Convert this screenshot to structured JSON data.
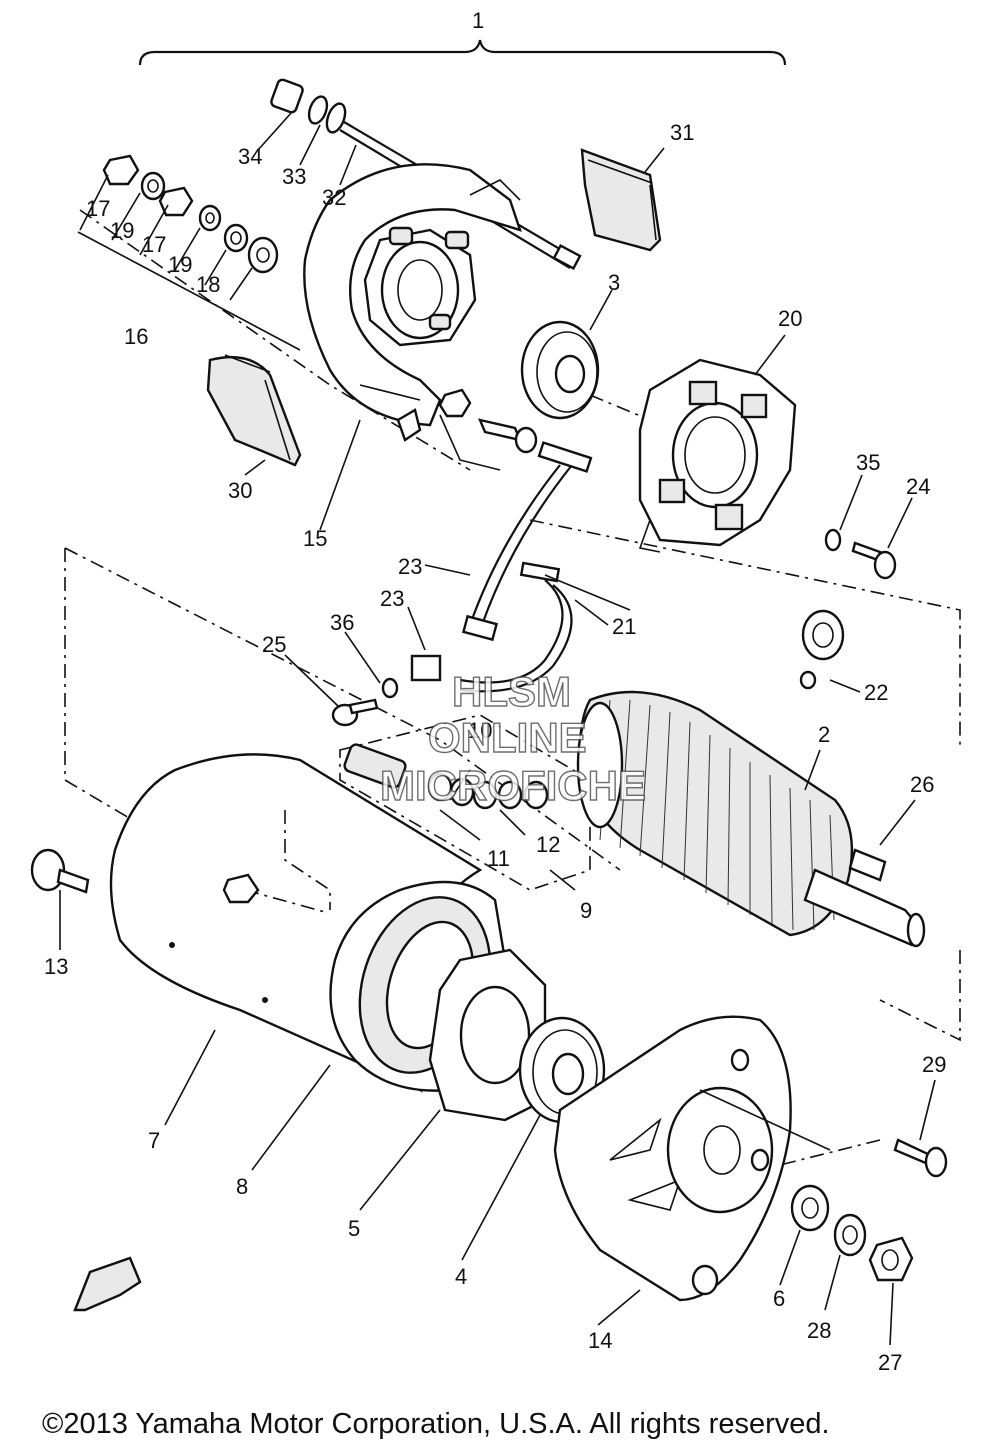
{
  "labels": [
    {
      "id": "1",
      "text": "1"
    },
    {
      "id": "2",
      "text": "2"
    },
    {
      "id": "3",
      "text": "3"
    },
    {
      "id": "4",
      "text": "4"
    },
    {
      "id": "5",
      "text": "5"
    },
    {
      "id": "6",
      "text": "6"
    },
    {
      "id": "7",
      "text": "7"
    },
    {
      "id": "8",
      "text": "8"
    },
    {
      "id": "9",
      "text": "9"
    },
    {
      "id": "10",
      "text": "10"
    },
    {
      "id": "11",
      "text": "11"
    },
    {
      "id": "12",
      "text": "12"
    },
    {
      "id": "13",
      "text": "13"
    },
    {
      "id": "14",
      "text": "14"
    },
    {
      "id": "15",
      "text": "15"
    },
    {
      "id": "16",
      "text": "16"
    },
    {
      "id": "17a",
      "text": "17"
    },
    {
      "id": "17b",
      "text": "17"
    },
    {
      "id": "18",
      "text": "18"
    },
    {
      "id": "19a",
      "text": "19"
    },
    {
      "id": "19b",
      "text": "19"
    },
    {
      "id": "20",
      "text": "20"
    },
    {
      "id": "21",
      "text": "21"
    },
    {
      "id": "22",
      "text": "22"
    },
    {
      "id": "23a",
      "text": "23"
    },
    {
      "id": "23b",
      "text": "23"
    },
    {
      "id": "24",
      "text": "24"
    },
    {
      "id": "25",
      "text": "25"
    },
    {
      "id": "26",
      "text": "26"
    },
    {
      "id": "27",
      "text": "27"
    },
    {
      "id": "28",
      "text": "28"
    },
    {
      "id": "29",
      "text": "29"
    },
    {
      "id": "30",
      "text": "30"
    },
    {
      "id": "31",
      "text": "31"
    },
    {
      "id": "32",
      "text": "32"
    },
    {
      "id": "33",
      "text": "33"
    },
    {
      "id": "34",
      "text": "34"
    },
    {
      "id": "35",
      "text": "35"
    },
    {
      "id": "36",
      "text": "36"
    }
  ],
  "watermark": {
    "line1": "HLSM",
    "line2": "ONLINE",
    "line3": "MICROFICHE"
  },
  "copyright": "©2013 Yamaha Motor Corporation, U.S.A. All rights reserved."
}
